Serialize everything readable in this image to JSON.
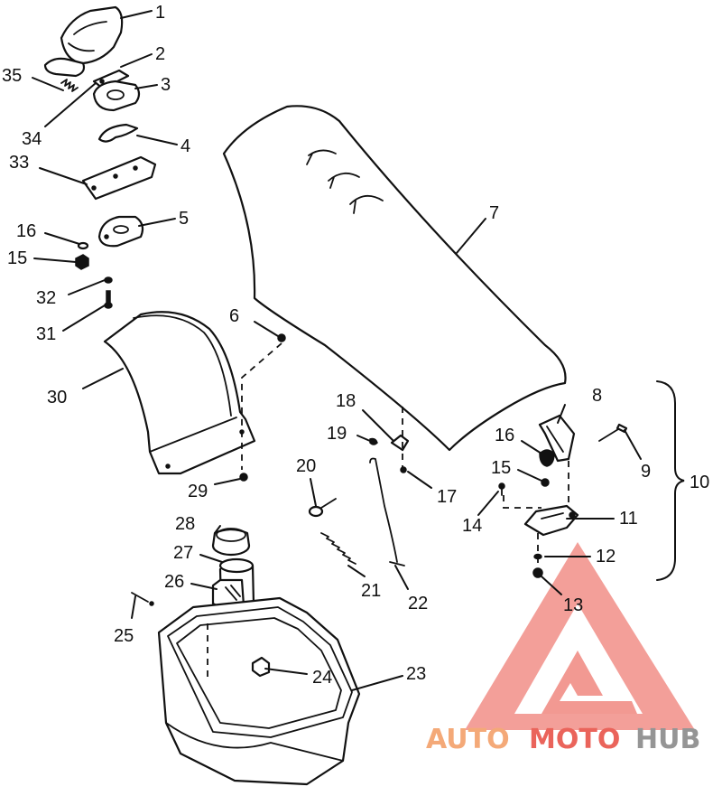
{
  "callouts": [
    {
      "id": "1",
      "text": "1"
    },
    {
      "id": "2",
      "text": "2"
    },
    {
      "id": "3",
      "text": "3"
    },
    {
      "id": "35",
      "text": "35"
    },
    {
      "id": "34",
      "text": "34"
    },
    {
      "id": "4",
      "text": "4"
    },
    {
      "id": "33",
      "text": "33"
    },
    {
      "id": "5",
      "text": "5"
    },
    {
      "id": "16a",
      "text": "16"
    },
    {
      "id": "15a",
      "text": "15"
    },
    {
      "id": "32",
      "text": "32"
    },
    {
      "id": "31",
      "text": "31"
    },
    {
      "id": "6",
      "text": "6"
    },
    {
      "id": "7",
      "text": "7"
    },
    {
      "id": "30",
      "text": "30"
    },
    {
      "id": "29",
      "text": "29"
    },
    {
      "id": "18",
      "text": "18"
    },
    {
      "id": "19",
      "text": "19"
    },
    {
      "id": "17",
      "text": "17"
    },
    {
      "id": "20",
      "text": "20"
    },
    {
      "id": "8",
      "text": "8"
    },
    {
      "id": "9",
      "text": "9"
    },
    {
      "id": "16b",
      "text": "16"
    },
    {
      "id": "15b",
      "text": "15"
    },
    {
      "id": "10",
      "text": "10"
    },
    {
      "id": "14",
      "text": "14"
    },
    {
      "id": "11",
      "text": "11"
    },
    {
      "id": "12",
      "text": "12"
    },
    {
      "id": "13",
      "text": "13"
    },
    {
      "id": "28",
      "text": "28"
    },
    {
      "id": "27",
      "text": "27"
    },
    {
      "id": "26",
      "text": "26"
    },
    {
      "id": "21",
      "text": "21"
    },
    {
      "id": "22",
      "text": "22"
    },
    {
      "id": "25",
      "text": "25"
    },
    {
      "id": "24",
      "text": "24"
    },
    {
      "id": "23",
      "text": "23"
    }
  ],
  "watermark": {
    "part1": "AUTO",
    "part2": "MOTO",
    "part3": "HUB",
    "color_primary": "#e8544a",
    "color_secondary": "#f3a06a",
    "color_tertiary": "#8a8a8a"
  }
}
